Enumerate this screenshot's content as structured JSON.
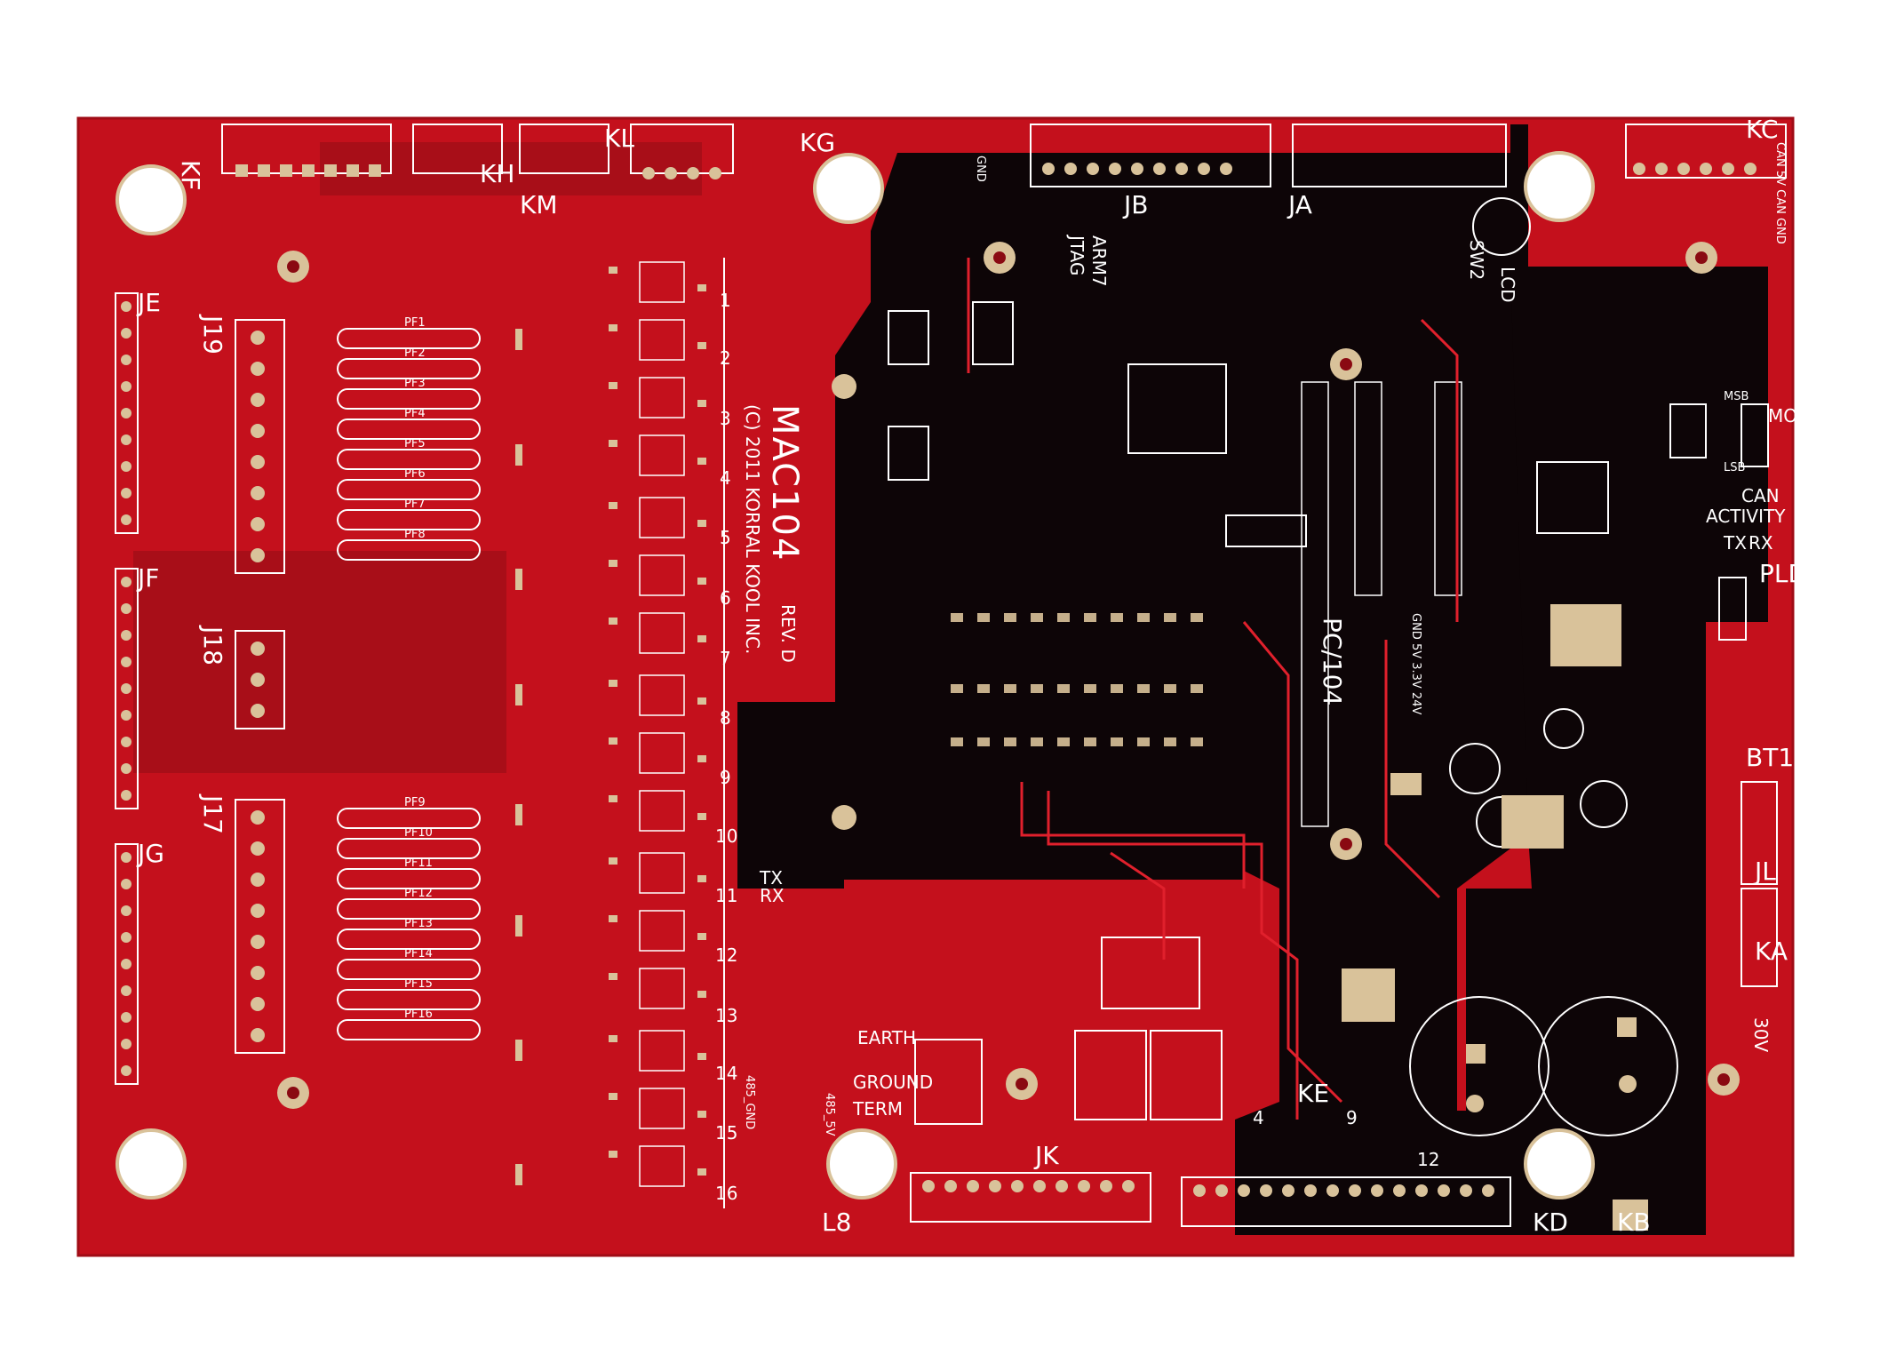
{
  "board": {
    "title": "MAC104",
    "copyright": "(C) 2011 KORRAL KOOL INC.",
    "revision": "REV. D",
    "colors": {
      "soldermask": "#c4101c",
      "dark_region": "#0d0507",
      "pad": "#d9c29a",
      "silkscreen": "#ffffff",
      "background": "#ffffff"
    }
  },
  "connectors": {
    "kf": "KF",
    "kh": "KH",
    "km": "KM",
    "kl": "KL",
    "kg": "KG",
    "jb": "JB",
    "ja": "JA",
    "kc": "KC",
    "je": "JE",
    "jf": "JF",
    "jg": "JG",
    "j19": "J19",
    "j18": "J18",
    "j17": "J17",
    "ke": "KE",
    "jk": "JK",
    "kd": "KD",
    "kb": "KB",
    "bt1": "BT1",
    "jl": "JL",
    "ka": "KA",
    "l8": "L8"
  },
  "labels": {
    "arm7": "ARM7",
    "jtag": "JTAG",
    "gnd": "GND",
    "lcd": "LCD",
    "sw2": "SW2",
    "pc104": "PC/104",
    "mode": "MODE",
    "can": "CAN",
    "activity": "ACTIVITY",
    "tx": "TX",
    "rx": "RX",
    "pld_jtag": "PLD JTAG",
    "earth": "EARTH",
    "ground": "GROUND",
    "term": "TERM",
    "gnd5v": "GND 5V 3.3V 24V",
    "can_5v": "CAN 5V CAN GND",
    "rs485_5v": "485_5V",
    "rs485_gnd": "485_GND",
    "v30": "30V",
    "msb": "MSB",
    "lsb": "LSB"
  },
  "channel_numbers": [
    "1",
    "2",
    "3",
    "4",
    "5",
    "6",
    "7",
    "8",
    "9",
    "10",
    "11",
    "12",
    "13",
    "14",
    "15",
    "16"
  ],
  "pf_labels_top": [
    "PF1",
    "PF2",
    "PF3",
    "PF4",
    "PF5",
    "PF6",
    "PF7",
    "PF8"
  ],
  "pf_labels_bottom": [
    "PF9",
    "PF10",
    "PF11",
    "PF12",
    "PF13",
    "PF14",
    "PF15",
    "PF16"
  ],
  "ke_numbers": [
    "4",
    "9",
    "12"
  ]
}
